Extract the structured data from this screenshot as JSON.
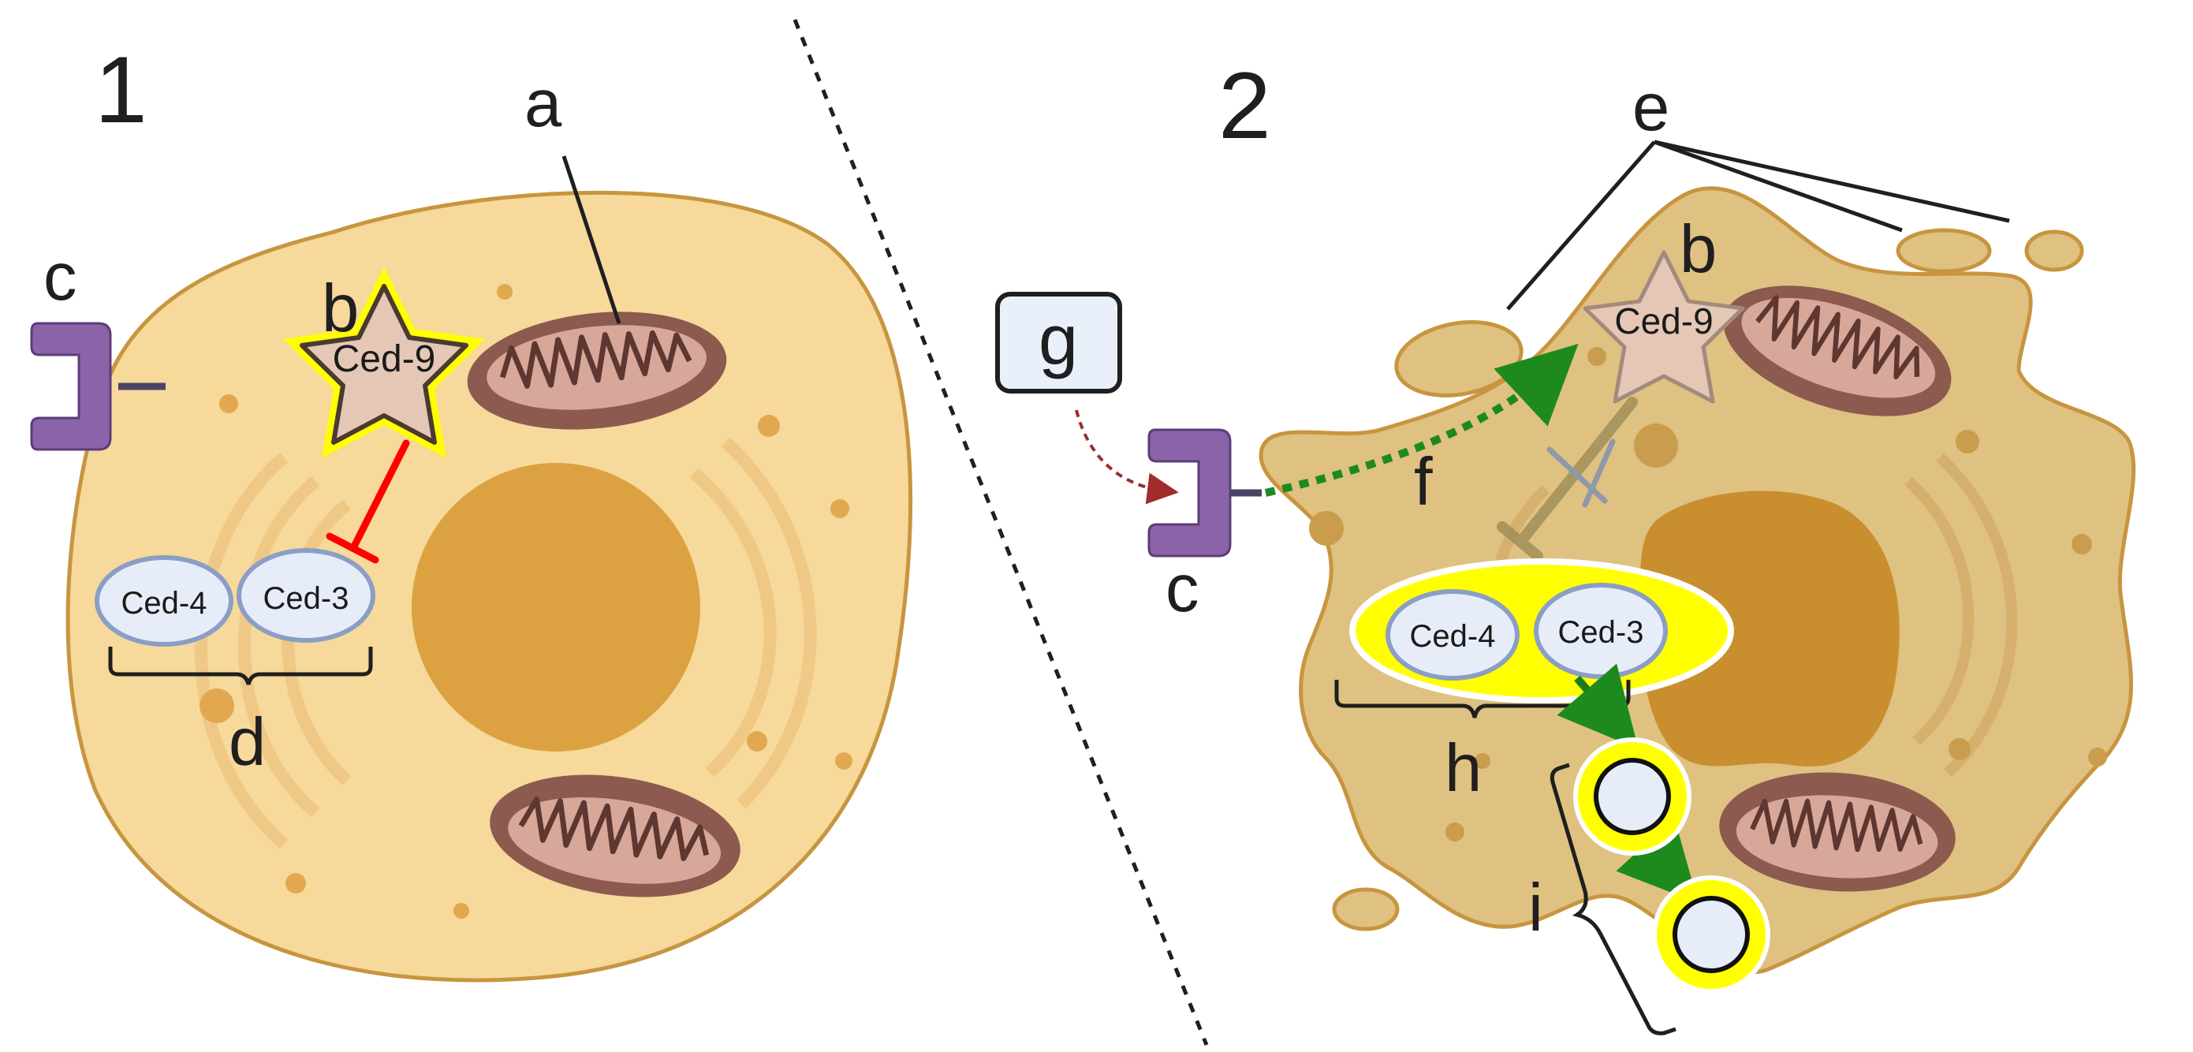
{
  "panels": {
    "left": {
      "number": "1"
    },
    "right": {
      "number": "2"
    }
  },
  "labels": {
    "a": "a",
    "b_left": "b",
    "b_right": "b",
    "c_left": "c",
    "c_right": "c",
    "d": "d",
    "e": "e",
    "f": "f",
    "g": "g",
    "h": "h",
    "i": "i"
  },
  "molecules": {
    "ced9_left": "Ced-9",
    "ced9_right": "Ced-9",
    "ced4_left": "Ced-4",
    "ced3_left": "Ced-3",
    "ced4_right": "Ced-4",
    "ced3_right": "Ced-3"
  },
  "colors": {
    "cytoplasm_healthy": "#f6d99b",
    "cytoplasm_apoptotic": "#dfc182",
    "membrane": "#c8953f",
    "nucleus": "#dca241",
    "nucleus_apoptotic": "#c98f2e",
    "mitochondria": "#8c5a4f",
    "receptor": "#8a63a8",
    "inhibition": "#ff0000",
    "activation": "#1e7a1e",
    "highlight": "#ffff00",
    "signal": "#a02c2c"
  }
}
